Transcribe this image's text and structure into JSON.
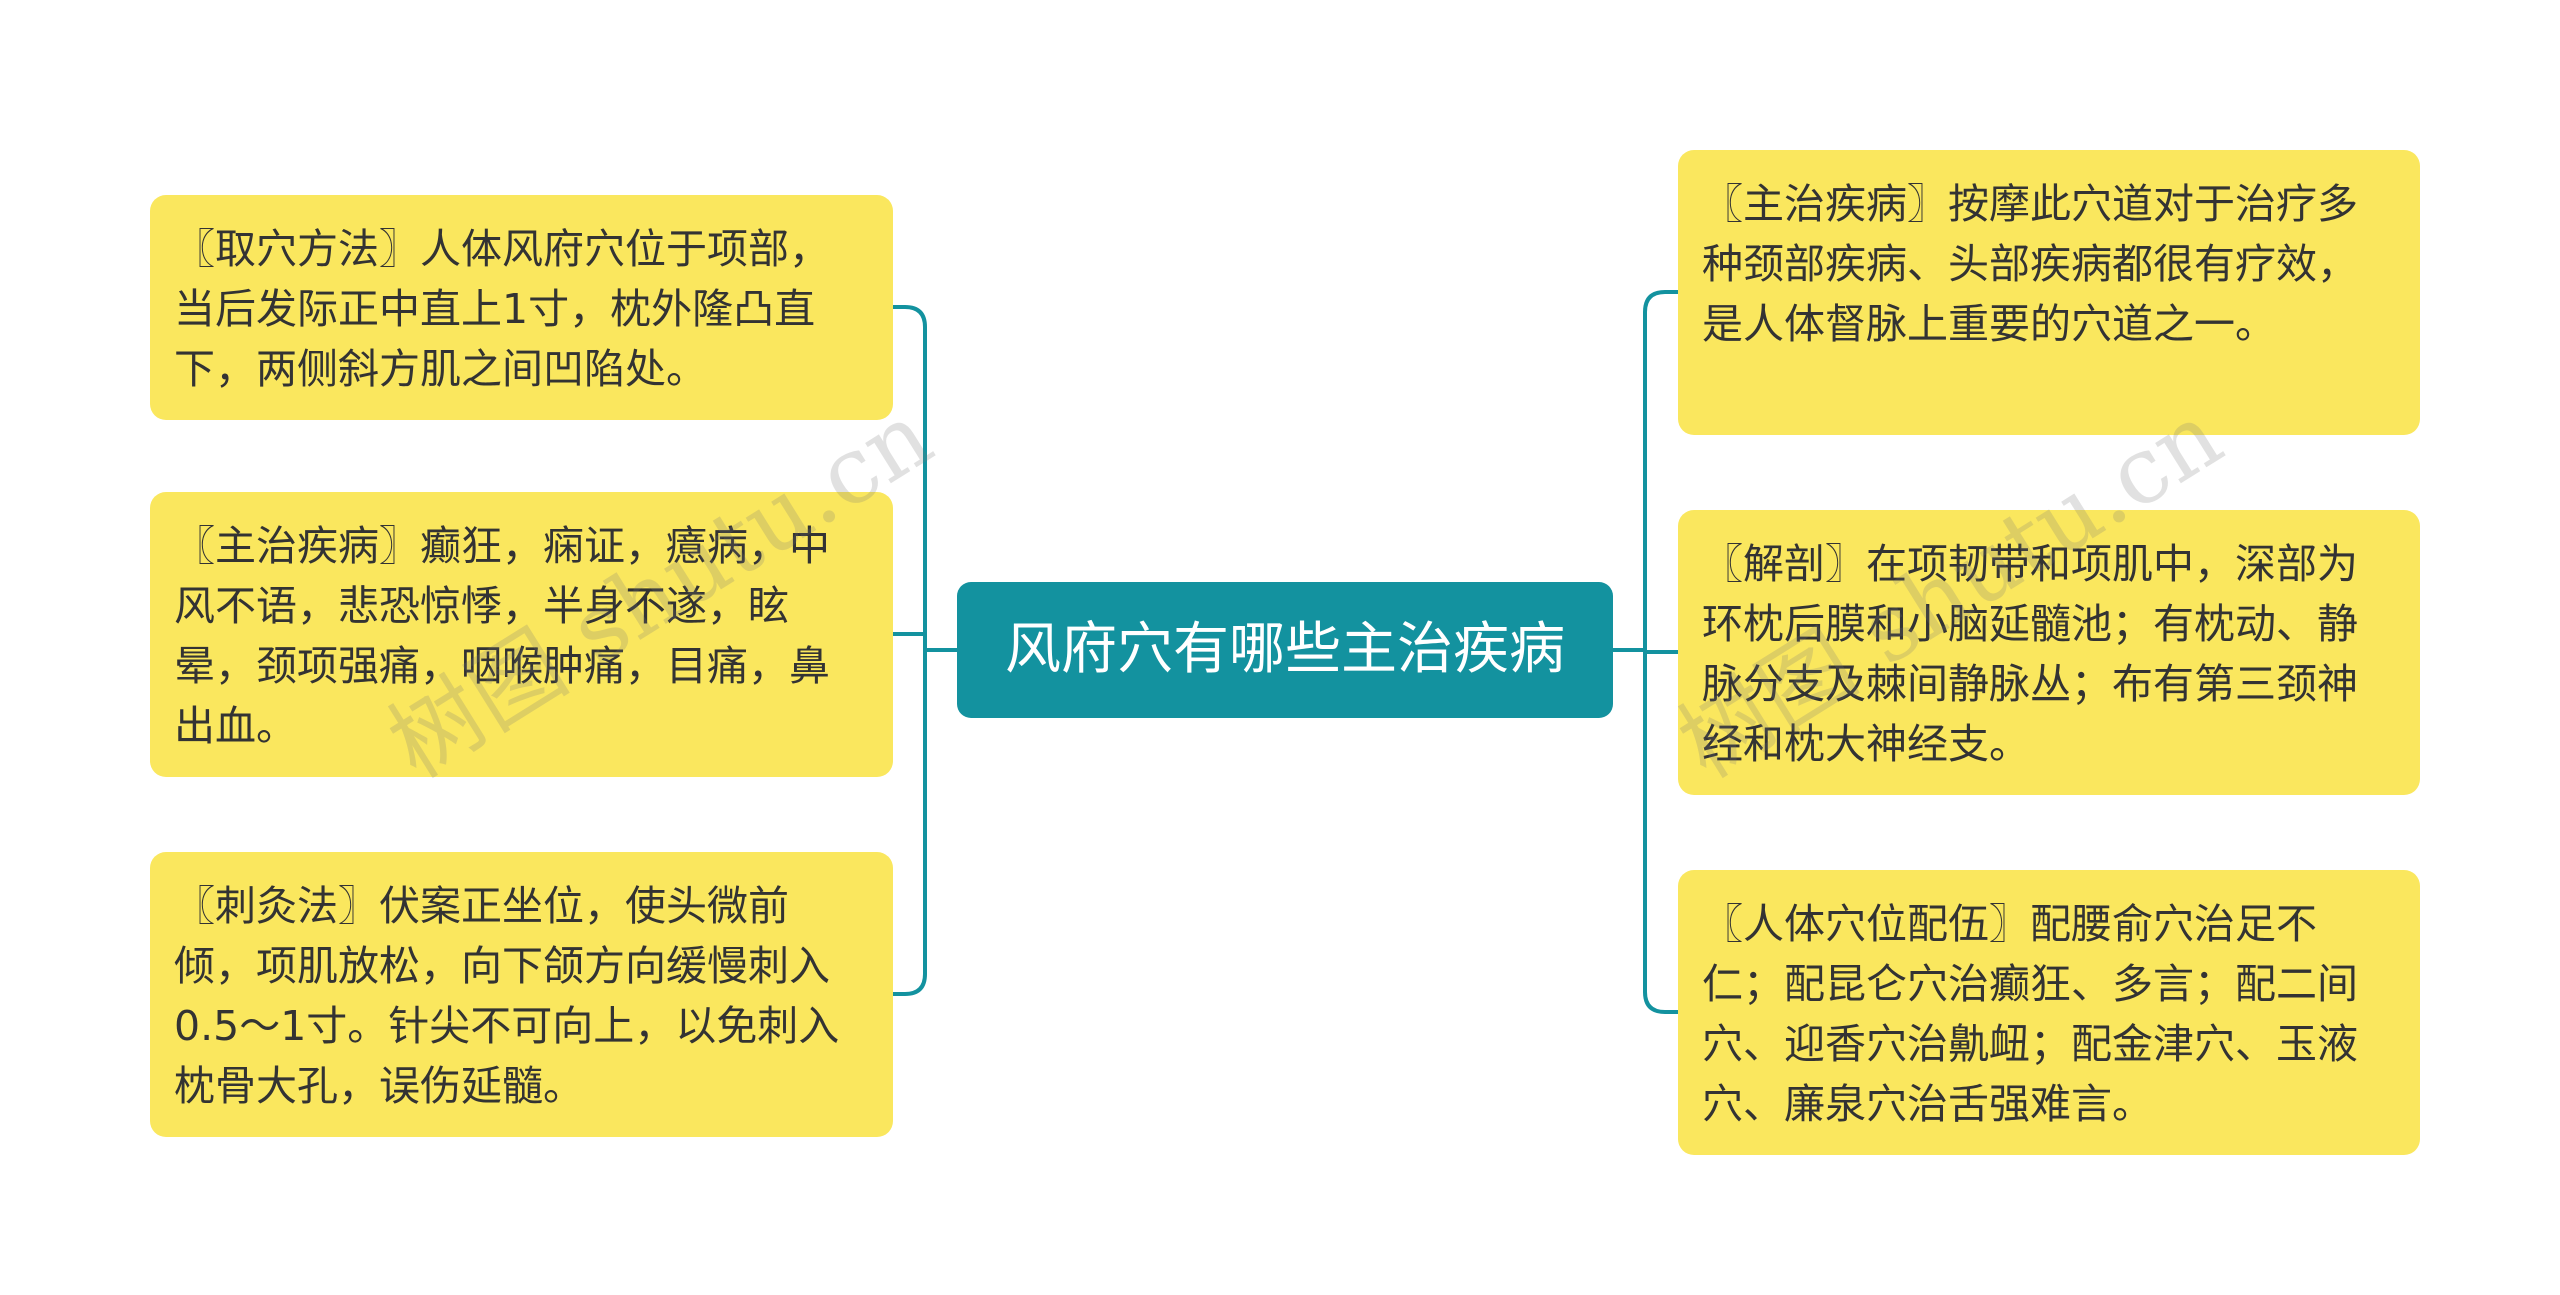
{
  "center": {
    "title": "风府穴有哪些主治疾病"
  },
  "left_nodes": [
    {
      "text": "〖取穴方法〗人体风府穴位于项部，当后发际正中直上1寸，枕外隆凸直下，两侧斜方肌之间凹陷处。"
    },
    {
      "text": "〖主治疾病〗癫狂，痫证，癔病，中风不语，悲恐惊悸，半身不遂，眩晕，颈项强痛，咽喉肿痛，目痛，鼻出血。"
    },
    {
      "text": "〖刺灸法〗伏案正坐位，使头微前倾，项肌放松，向下颌方向缓慢刺入0.5～1寸。针尖不可向上，以免刺入枕骨大孔，误伤延髓。"
    }
  ],
  "right_nodes": [
    {
      "text": "〖主治疾病〗按摩此穴道对于治疗多种颈部疾病、头部疾病都很有疗效，是人体督脉上重要的穴道之一。"
    },
    {
      "text": "〖解剖〗在项韧带和项肌中，深部为环枕后膜和小脑延髓池；有枕动、静脉分支及棘间静脉丛；布有第三颈神经和枕大神经支。"
    },
    {
      "text": "〖人体穴位配伍〗配腰俞穴治足不仁；配昆仑穴治癫狂、多言；配二间穴、迎香穴治鼽衄；配金津穴、玉液穴、廉泉穴治舌强难言。"
    }
  ],
  "watermark": {
    "text": "树图 shutu.cn"
  },
  "colors": {
    "center_fill": "#13929f",
    "leaf_fill": "#fae75e",
    "connector": "#13929f"
  }
}
